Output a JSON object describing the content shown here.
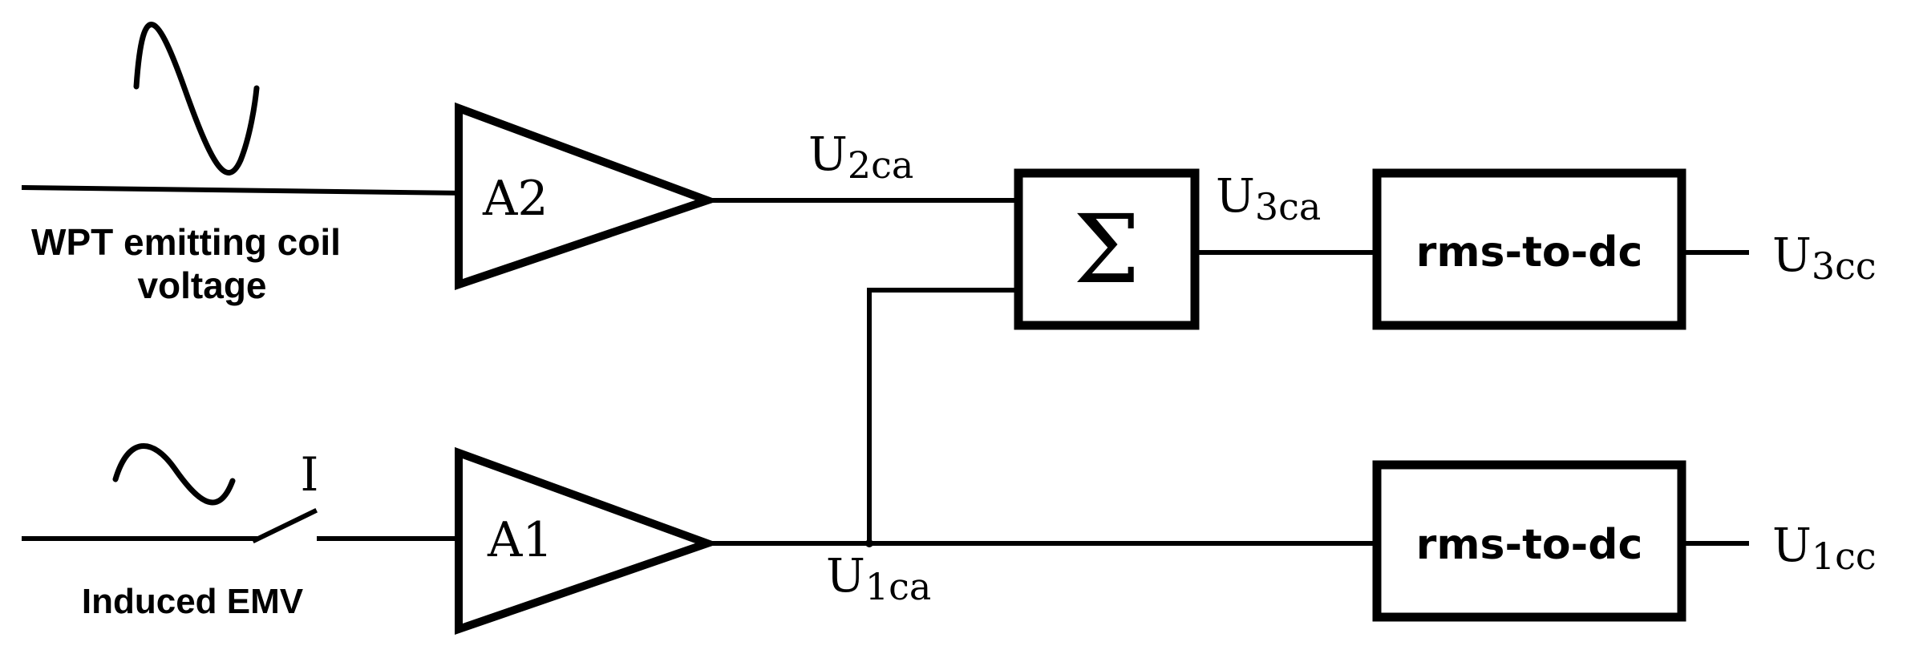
{
  "amplifiers": {
    "a2": "A2",
    "a1": "A1"
  },
  "summer": {
    "symbol": "Σ"
  },
  "converters": {
    "top": "rms-to-dc",
    "bottom": "rms-to-dc"
  },
  "signals": {
    "u2ca": {
      "base": "U",
      "sub": "2ca"
    },
    "u3ca": {
      "base": "U",
      "sub": "3ca"
    },
    "u1ca": {
      "base": "U",
      "sub": "1ca"
    },
    "u3cc": {
      "base": "U",
      "sub": "3cc"
    },
    "u1cc": {
      "base": "U",
      "sub": "1cc"
    }
  },
  "inputs": {
    "top_label_line1": "WPT emitting coil",
    "top_label_line2": "voltage",
    "bottom_label": "Induced EMV"
  },
  "switch": {
    "label": "I"
  }
}
